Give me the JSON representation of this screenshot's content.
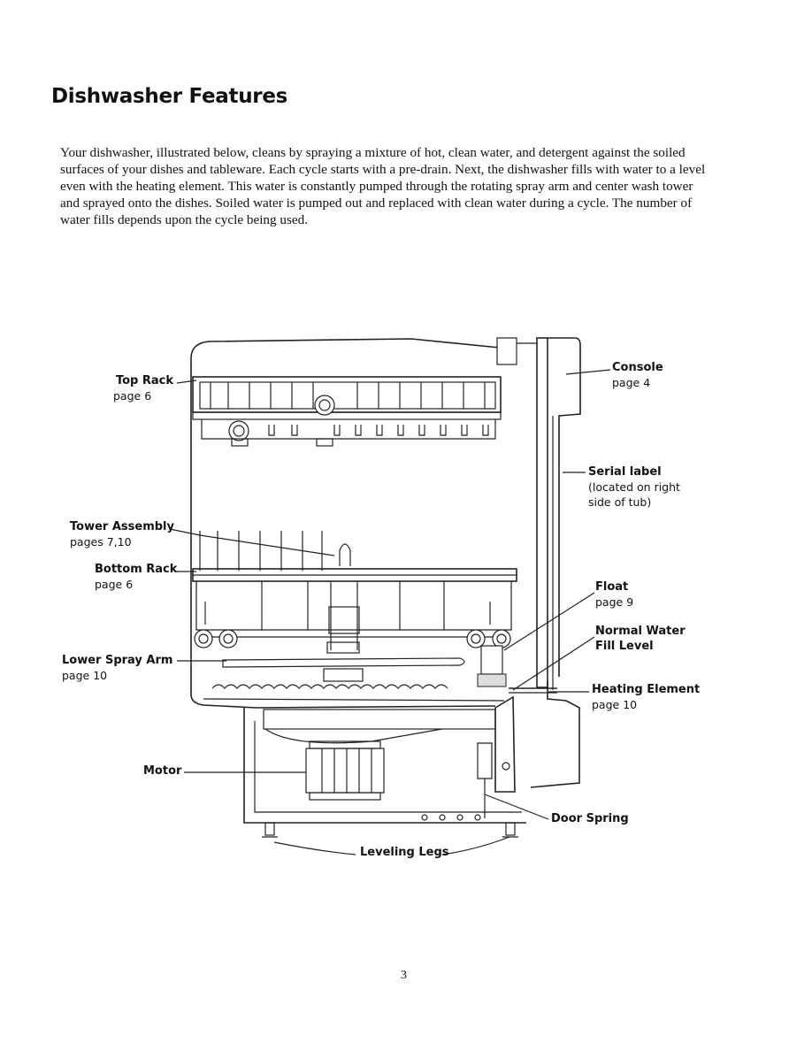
{
  "title": "Dishwasher Features",
  "intro": "Your dishwasher, illustrated below, cleans by spraying a mixture of hot, clean water, and detergent against the soiled surfaces of your dishes and tableware. Each cycle starts with a pre-drain. Next, the dishwasher fills with water to a level even with the heating element. This water is constantly pumped through the rotating spray arm and center wash tower and sprayed onto the dishes. Soiled water is pumped out and replaced with clean water during a cycle. The number of water fills depends upon the cycle being used.",
  "labels": {
    "top_rack": {
      "title": "Top Rack",
      "sub": "page 6"
    },
    "tower_assembly": {
      "title": "Tower Assembly",
      "sub": "pages 7,10"
    },
    "bottom_rack": {
      "title": "Bottom Rack",
      "sub": "page 6"
    },
    "lower_spray_arm": {
      "title": "Lower Spray Arm",
      "sub": "page 10"
    },
    "motor": {
      "title": "Motor"
    },
    "leveling_legs": {
      "title": "Leveling Legs"
    },
    "console": {
      "title": "Console",
      "sub": "page 4"
    },
    "serial_label": {
      "title": "Serial label",
      "sub1": "(located on right",
      "sub2": "side of tub)"
    },
    "float": {
      "title": "Float",
      "sub": "page 9"
    },
    "normal_water": {
      "title1": "Normal Water",
      "title2": "Fill Level"
    },
    "heating_element": {
      "title": "Heating Element",
      "sub": "page 10"
    },
    "door_spring": {
      "title": "Door Spring"
    }
  },
  "page_number": "3"
}
